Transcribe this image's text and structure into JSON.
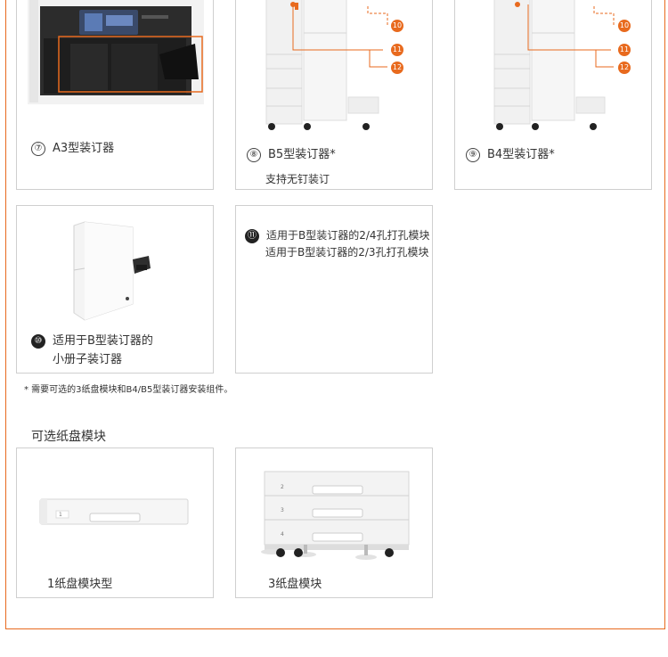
{
  "cards": {
    "a3": {
      "num": "⑦",
      "label": "A3型装订器"
    },
    "b5": {
      "num": "⑧",
      "label": "B5型装订器*",
      "sub": "支持无钉装订"
    },
    "b4": {
      "num": "⑨",
      "label": "B4型装订器*"
    },
    "booklet": {
      "num": "⑩",
      "label_line1": "适用于B型装订器的",
      "label_line2": "小册子装订器"
    },
    "punch": {
      "num": "⑪",
      "line1": "适用于B型装订器的2/4孔打孔模块",
      "line2": "适用于B型装订器的2/3孔打孔模块"
    }
  },
  "callouts": {
    "c10": "10",
    "c11": "11",
    "c12": "12"
  },
  "footnote": "* 需要可选的3纸盘模块和B4/B5型装订器安装组件。",
  "section_title": "可选纸盘模块",
  "trays": {
    "one": {
      "label": "1纸盘模块型",
      "tray_numbers": [
        "1"
      ]
    },
    "three": {
      "label": "3纸盘模块",
      "tray_numbers": [
        "2",
        "3",
        "4"
      ]
    }
  },
  "colors": {
    "accent": "#e86a1e",
    "border": "#cfcfcf"
  }
}
